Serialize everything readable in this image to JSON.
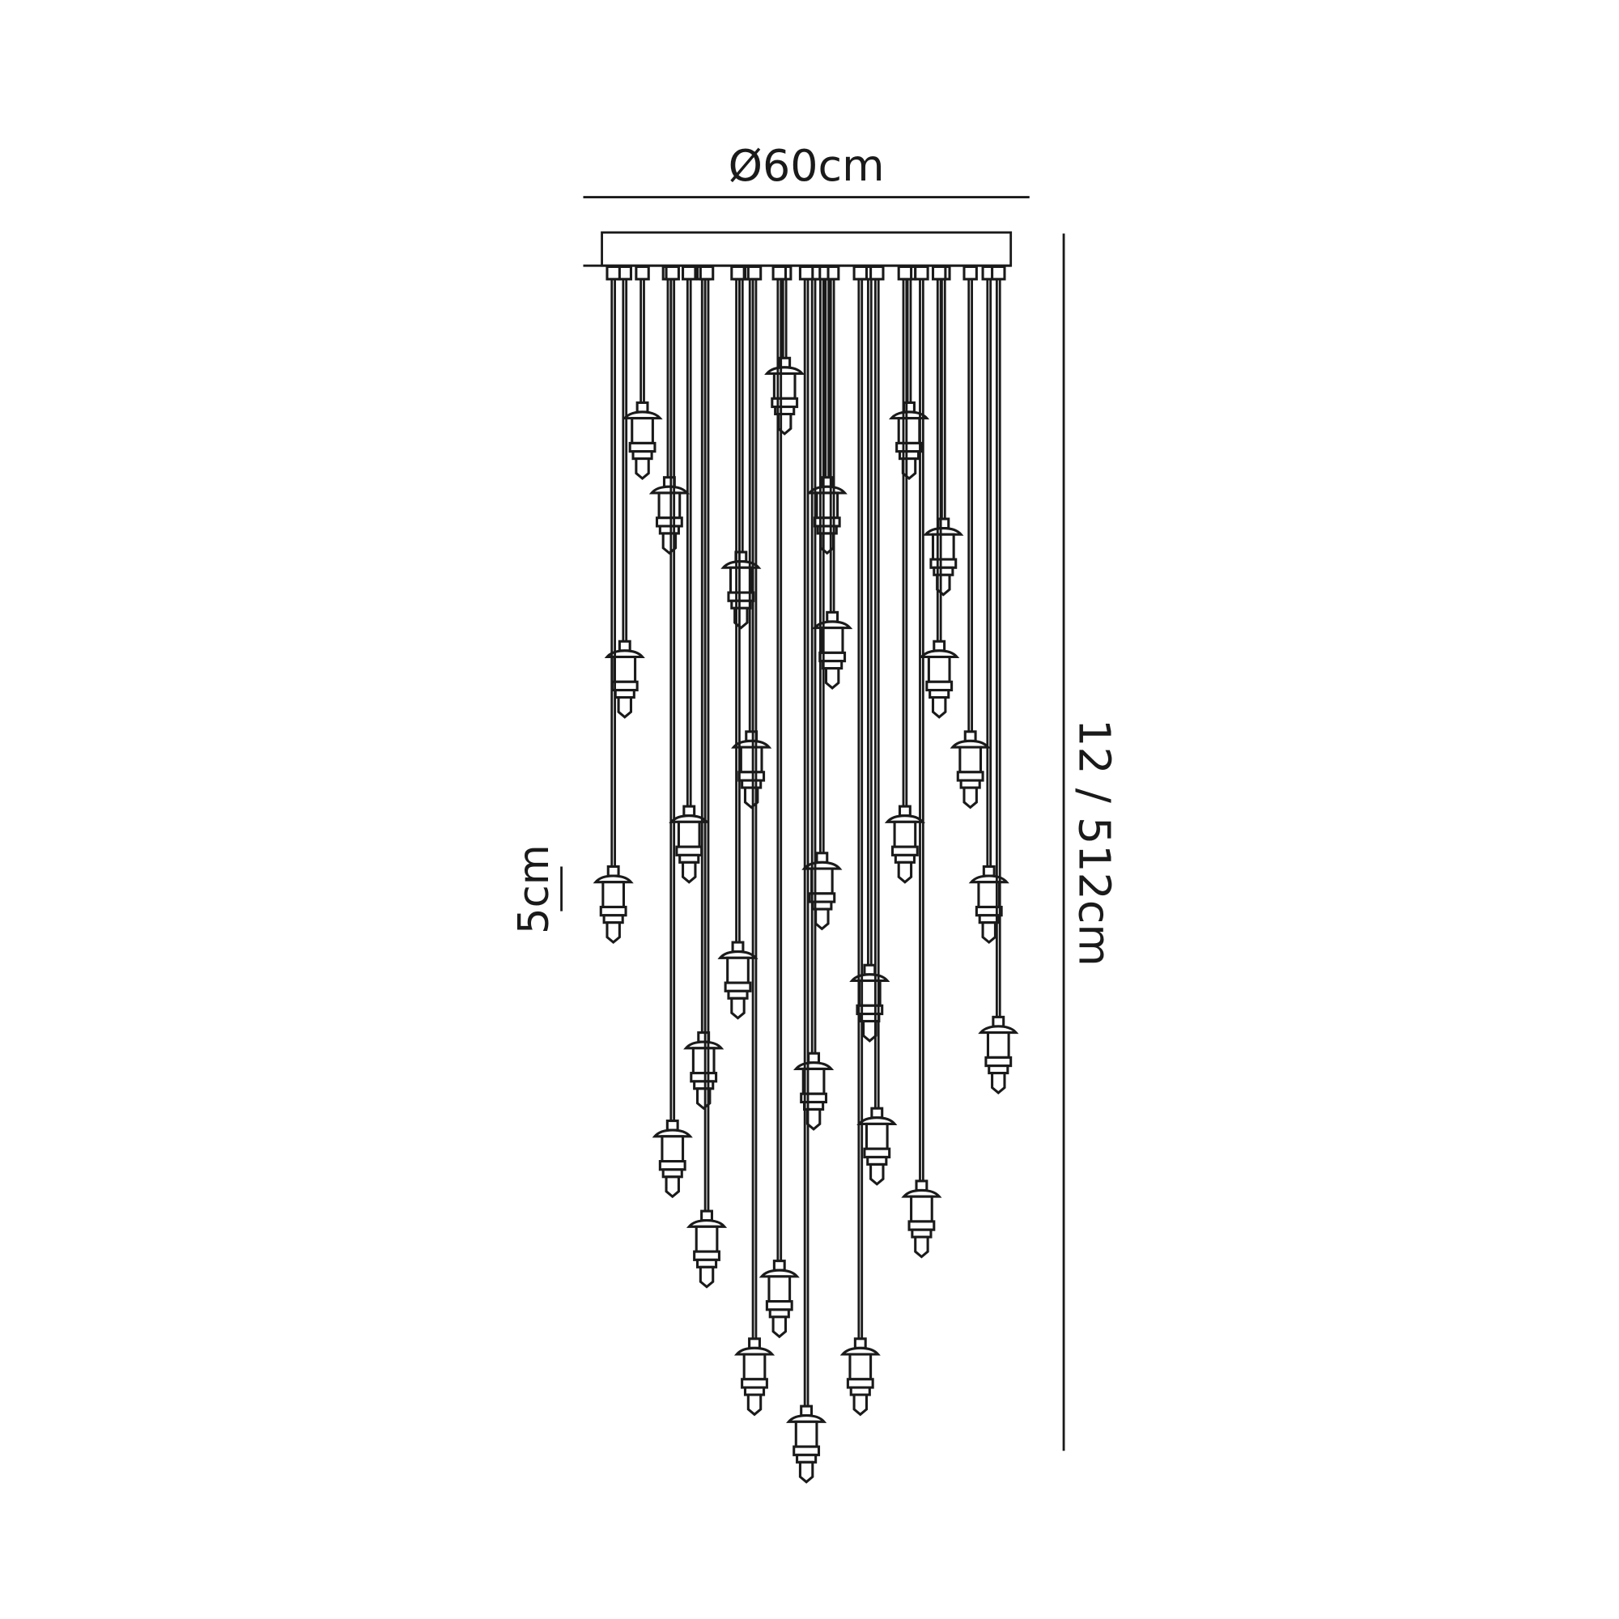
{
  "dimensions": {
    "diameter_label": "Ø60cm",
    "height_label": "12 / 512cm",
    "scale_label": "5cm"
  },
  "colors": {
    "line": "#1a1a1a",
    "background": "#ffffff"
  },
  "pendant_count": 30
}
